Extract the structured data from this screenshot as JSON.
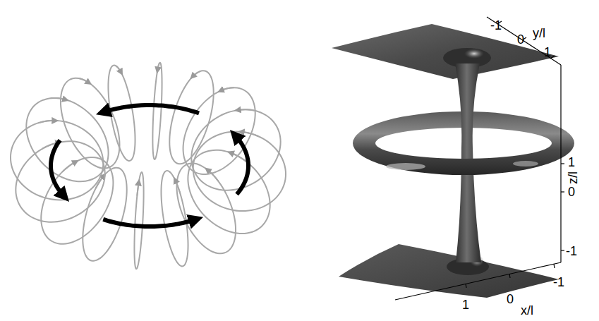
{
  "diagram": {
    "labels": [
      "-1",
      "0",
      "y/l",
      "1",
      "1",
      "z/l",
      "0",
      "-1",
      "1",
      "0",
      "x/l",
      "-1"
    ]
  }
}
